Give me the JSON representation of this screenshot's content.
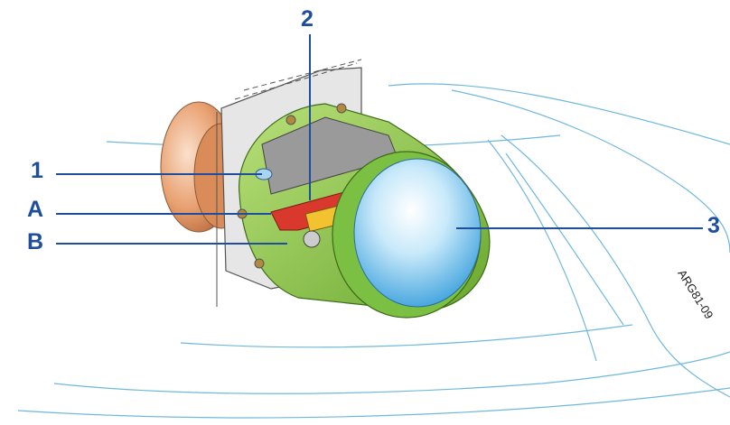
{
  "callouts": {
    "one": "1",
    "a": "A",
    "b": "B",
    "two": "2",
    "three": "3"
  },
  "reference_code": "ARG81-09",
  "colors": {
    "callout_text": "#1f4e9c",
    "leader_line": "#1f4e9c",
    "body_outline": "#6fb8dc",
    "housing_green": "#8cc63f",
    "lens_blue": "#5ab4e6",
    "motor_red": "#d9382c",
    "bulb_orange": "#e8a070"
  }
}
